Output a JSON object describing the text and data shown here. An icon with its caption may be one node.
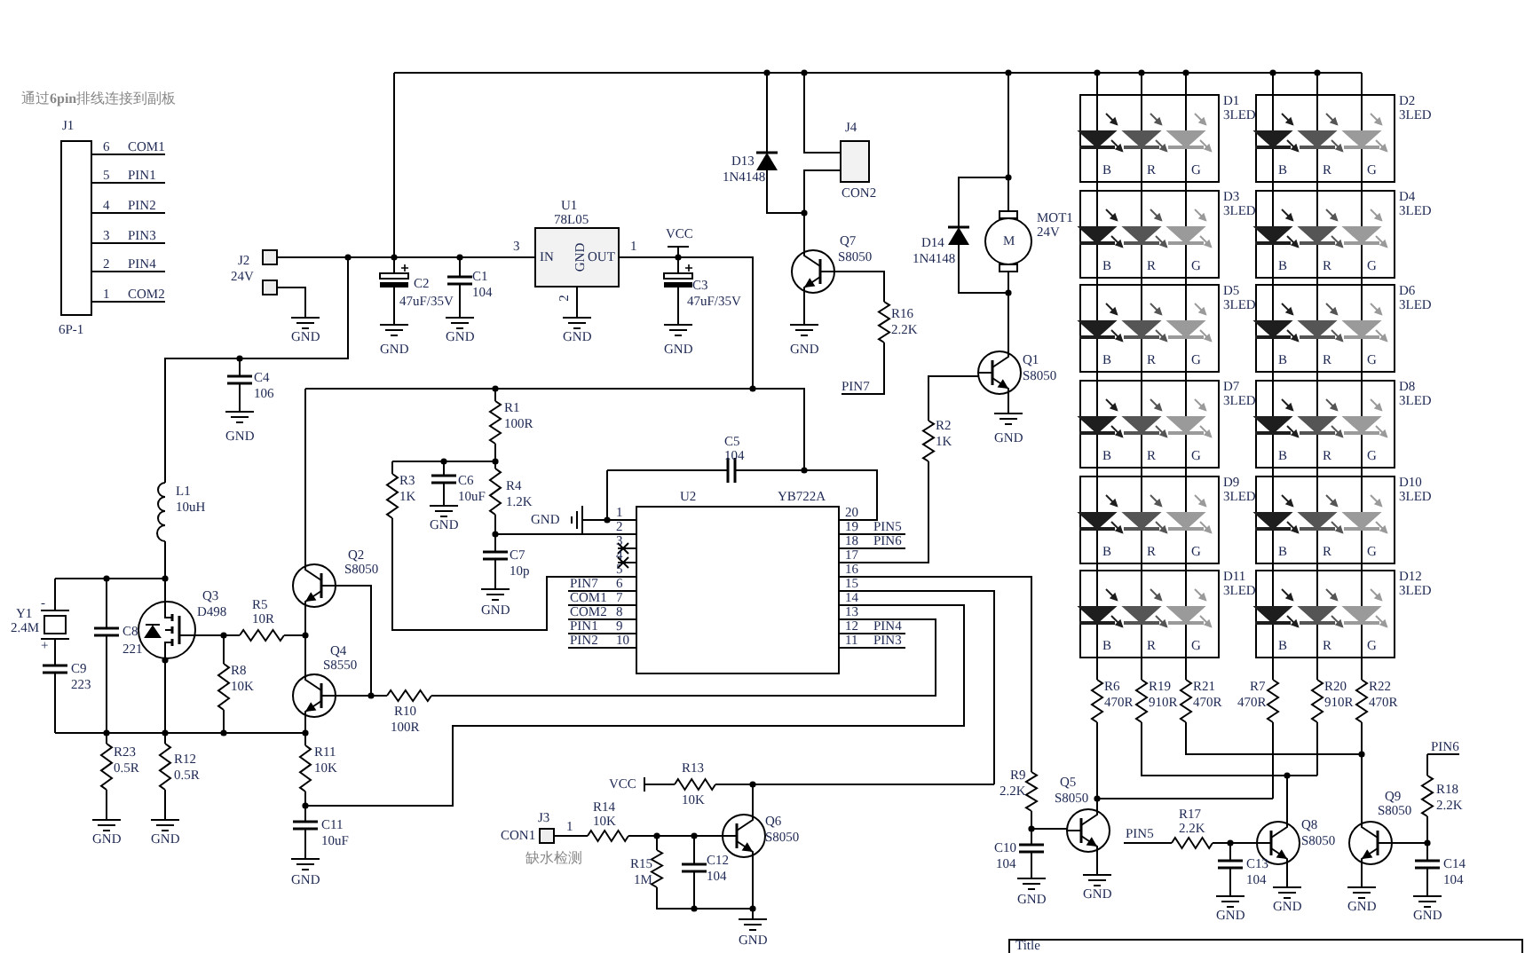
{
  "diagram": {
    "nodes": [
      {
        "text": [
          "J1",
          "6P-1"
        ]
      },
      {
        "text": [
          "U1",
          "78L05",
          "IN",
          "GND",
          "OUT"
        ]
      },
      {
        "text": [
          "J4",
          "CON2"
        ]
      },
      {
        "text": [
          "D1",
          "3LED",
          "B",
          "R",
          "G"
        ]
      },
      {
        "text": [
          "D2",
          "3LED",
          "B",
          "R",
          "G"
        ]
      },
      {
        "text": [
          "D3",
          "3LED",
          "B",
          "R",
          "G"
        ]
      },
      {
        "text": [
          "D4",
          "3LED",
          "B",
          "R",
          "G"
        ]
      },
      {
        "text": [
          "D5",
          "3LED",
          "B",
          "R",
          "G"
        ]
      },
      {
        "text": [
          "D6",
          "3LED",
          "B",
          "R",
          "G"
        ]
      },
      {
        "text": [
          "D7",
          "3LED",
          "B",
          "R",
          "G"
        ]
      },
      {
        "text": [
          "D8",
          "3LED",
          "B",
          "R",
          "G"
        ]
      },
      {
        "text": [
          "D9",
          "3LED",
          "B",
          "R",
          "G"
        ]
      },
      {
        "text": [
          "D10",
          "3LED",
          "B",
          "R",
          "G"
        ]
      },
      {
        "text": [
          "D11",
          "3LED",
          "B",
          "R",
          "G"
        ]
      },
      {
        "text": [
          "D12",
          "3LED",
          "B",
          "R",
          "G"
        ]
      },
      {
        "text": [
          "U2",
          "YB722A"
        ]
      },
      {
        "text": [
          "Title"
        ]
      }
    ],
    "edges": [
      {
        "from": 3,
        "to": 5,
        "arrow": "none"
      },
      {
        "from": 5,
        "to": 7,
        "arrow": "none"
      },
      {
        "from": 7,
        "to": 9,
        "arrow": "none"
      },
      {
        "from": 9,
        "to": 11,
        "arrow": "none"
      },
      {
        "from": 11,
        "to": 13,
        "arrow": "none"
      },
      {
        "from": 4,
        "to": 6,
        "arrow": "none"
      },
      {
        "from": 6,
        "to": 8,
        "arrow": "none"
      },
      {
        "from": 8,
        "to": 10,
        "arrow": "none"
      },
      {
        "from": 10,
        "to": 12,
        "arrow": "none"
      },
      {
        "from": 12,
        "to": 14,
        "arrow": "none"
      }
    ],
    "labels": [
      "通过**6pin**排线连接到副板",
      "6",
      "COM1",
      "5",
      "PIN1",
      "4",
      "PIN2",
      "3",
      "PIN3",
      "2",
      "PIN4",
      "1",
      "COM2",
      "J2",
      "24V",
      "GND",
      "C2",
      "47uF/35V",
      "GND",
      "C1",
      "104",
      "GND",
      "3",
      "1",
      "2",
      "GND",
      "VCC",
      "C3",
      "47uF/35V",
      "GND",
      "C4",
      "106",
      "GND",
      "D13",
      "1N4148",
      "Q7",
      "S8050",
      "GND",
      "R16",
      "2.2K",
      "PIN7",
      "D14",
      "1N4148",
      "MOT1",
      "24V",
      "M",
      "Q1",
      "S8050",
      "GND",
      "R1",
      "100R",
      "C5",
      "104",
      "R2",
      "1K",
      "R3",
      "1K",
      "C6",
      "10uF",
      "GND",
      "R4",
      "1.2K",
      "C7",
      "10p",
      "GND",
      "GND",
      "1",
      "2",
      "3",
      "4",
      "5",
      "6",
      "7",
      "8",
      "9",
      "10",
      "PIN7",
      "COM1",
      "COM2",
      "PIN1",
      "PIN2",
      "20",
      "19",
      "18",
      "17",
      "16",
      "15",
      "14",
      "13",
      "12",
      "11",
      "PIN5",
      "PIN6",
      "PIN4",
      "PIN3",
      "L1",
      "10uH",
      "Y1",
      "2.4M",
      "-",
      "+",
      "C8",
      "221",
      "C9",
      "223",
      "Q3",
      "D498",
      "R5",
      "10R",
      "Q2",
      "S8050",
      "R8",
      "10K",
      "Q4",
      "S8550",
      "R10",
      "100R",
      "R23",
      "0.5R",
      "R12",
      "0.5R",
      "R11",
      "10K",
      "GND",
      "GND",
      "C11",
      "10uF",
      "GND",
      "VCC",
      "R13",
      "10K",
      "J3",
      "CON1",
      "1",
      "缺水检测",
      "R14",
      "10K",
      "R15",
      "1M",
      "C12",
      "104",
      "Q6",
      "S8050",
      "GND",
      "R9",
      "2.2K",
      "C10",
      "104",
      "GND",
      "Q5",
      "S8050",
      "GND",
      "R6",
      "470R",
      "R19",
      "910R",
      "R21",
      "470R",
      "R7",
      "470R",
      "R20",
      "910R",
      "R22",
      "470R",
      "PIN5",
      "R17",
      "2.2K",
      "C13",
      "104",
      "GND",
      "Q8",
      "S8050",
      "GND",
      "Q9",
      "S8050",
      "GND",
      "PIN6",
      "R18",
      "2.2K",
      "C14",
      "104",
      "GND"
    ]
  }
}
